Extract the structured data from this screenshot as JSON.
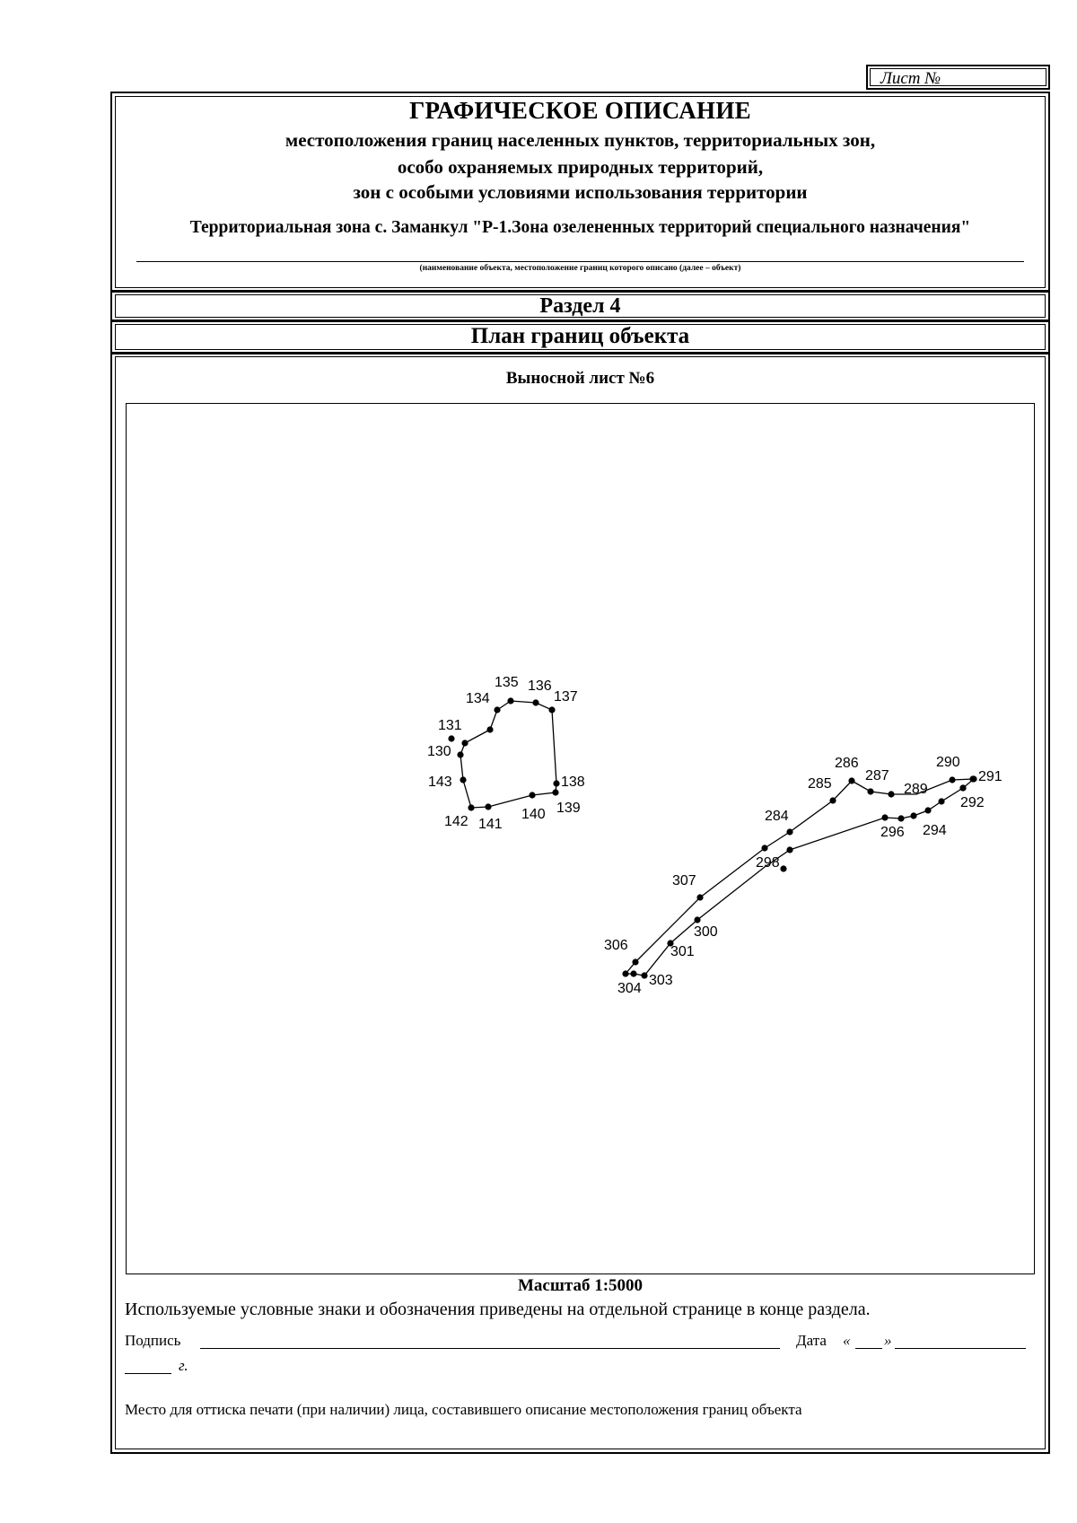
{
  "sheet_number_label": "Лист №",
  "header": {
    "title": "ГРАФИЧЕСКОЕ ОПИСАНИЕ",
    "subtitle_lines": [
      "местоположения границ населенных пунктов, территориальных зон,",
      "особо охраняемых природных территорий,",
      "зон с особыми условиями использования территории"
    ],
    "object_name": "Территориальная зона с. Заманкул \"Р-1.Зона озелененных территорий специального назначения\"",
    "object_caption": "(наименование объекта, местоположение границ которого описано (далее – объект)"
  },
  "section_label": "Раздел 4",
  "plan_title": "План границ объекта",
  "remote_sheet_label": "Выносной лист №6",
  "map": {
    "points": [
      {
        "id": "130"
      },
      {
        "id": "131"
      },
      {
        "id": "134"
      },
      {
        "id": "135"
      },
      {
        "id": "136"
      },
      {
        "id": "137"
      },
      {
        "id": "138"
      },
      {
        "id": "139"
      },
      {
        "id": "140"
      },
      {
        "id": "141"
      },
      {
        "id": "142"
      },
      {
        "id": "143"
      },
      {
        "id": "284"
      },
      {
        "id": "285"
      },
      {
        "id": "286"
      },
      {
        "id": "287"
      },
      {
        "id": "289"
      },
      {
        "id": "290"
      },
      {
        "id": "291"
      },
      {
        "id": "292"
      },
      {
        "id": "294"
      },
      {
        "id": "296"
      },
      {
        "id": "298"
      },
      {
        "id": "300"
      },
      {
        "id": "301"
      },
      {
        "id": "303"
      },
      {
        "id": "304"
      },
      {
        "id": "306"
      },
      {
        "id": "307"
      }
    ]
  },
  "scale_label": "Масштаб 1:5000",
  "legend_note": "Используемые условные знаки и обозначения приведены на отдельной странице в конце раздела.",
  "signature_label": "Подпись",
  "date_label": "Дата",
  "date_open_quote": "«",
  "date_close_quote": "»",
  "year_suffix": "г.",
  "stamp_note": "Место для оттиска печати (при наличии) лица, составившего описание местоположения границ объекта"
}
